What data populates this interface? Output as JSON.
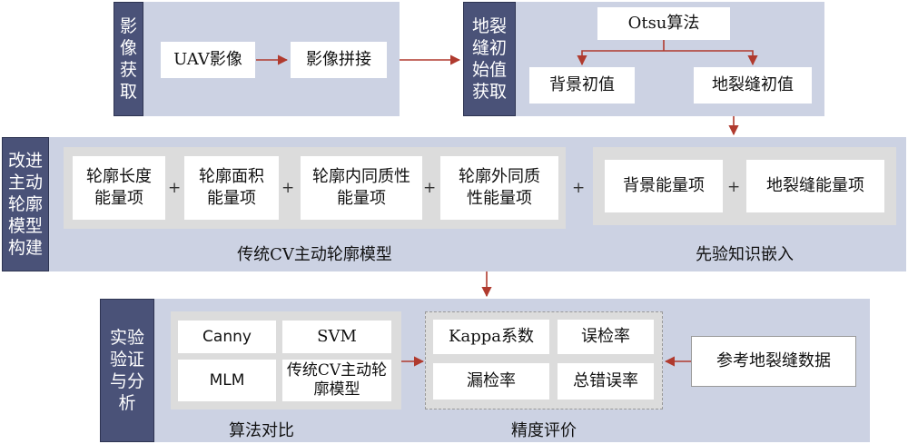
{
  "acquisition": {
    "label": "影像获取",
    "uav": "UAV影像",
    "stitch": "影像拼接"
  },
  "initial": {
    "label": "地裂缝初始值获取",
    "otsu": "Otsu算法",
    "background": "背景初值",
    "crack": "地裂缝初值"
  },
  "model": {
    "label": "改进主动轮廓模型构建",
    "terms": [
      "轮廓长度能量项",
      "轮廓面积能量项",
      "轮廓内同质性能量项",
      "轮廓外同质性能量项"
    ],
    "plus": "+",
    "cv_caption": "传统CV主动轮廓模型",
    "prior": [
      "背景能量项",
      "地裂缝能量项"
    ],
    "prior_caption": "先验知识嵌入"
  },
  "experiment": {
    "label": "实验验证与分析",
    "algorithms": [
      "Canny",
      "SVM",
      "MLM",
      "传统CV主动轮廓模型"
    ],
    "algo_caption": "算法对比",
    "metrics": [
      "Kappa系数",
      "误检率",
      "漏检率",
      "总错误率"
    ],
    "metric_caption": "精度评价",
    "reference": "参考地裂缝数据"
  },
  "colors": {
    "panel": "#ccd2e3",
    "label_bar": "#4a5278",
    "arrow": "#b03a2e",
    "group": "#dcdcdc"
  }
}
